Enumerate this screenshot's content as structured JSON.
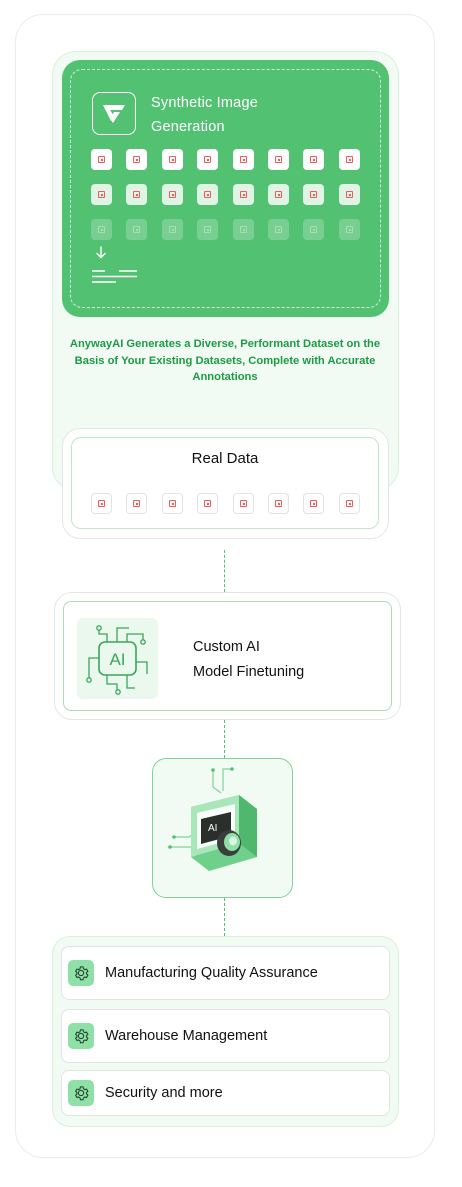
{
  "synthetic": {
    "title_line1": "Synthetic Image",
    "title_line2": "Generation",
    "caption": "AnywayAI Generates a Diverse, Performant Dataset on the Basis of Your Existing Datasets, Complete with Accurate Annotations",
    "logo_icon": "anyway-logo-icon",
    "image_rows": 3,
    "images_per_row": 8
  },
  "real_data": {
    "title": "Real Data",
    "image_count": 8
  },
  "custom_ai": {
    "title_line1": "Custom AI",
    "title_line2": "Model Finetuning",
    "chip_label": "AI"
  },
  "model": {
    "chip_label": "AI"
  },
  "use_cases": [
    {
      "label": "Manufacturing Quality Assurance",
      "icon": "gear-icon"
    },
    {
      "label": "Warehouse Management",
      "icon": "gear-icon"
    },
    {
      "label": "Security and more",
      "icon": "gear-icon"
    }
  ],
  "colors": {
    "brand_green": "#52c272",
    "caption_green": "#1e9a45",
    "light_green_bg": "#f1fbf3",
    "image_glyph_red": "#ee5b5b"
  }
}
